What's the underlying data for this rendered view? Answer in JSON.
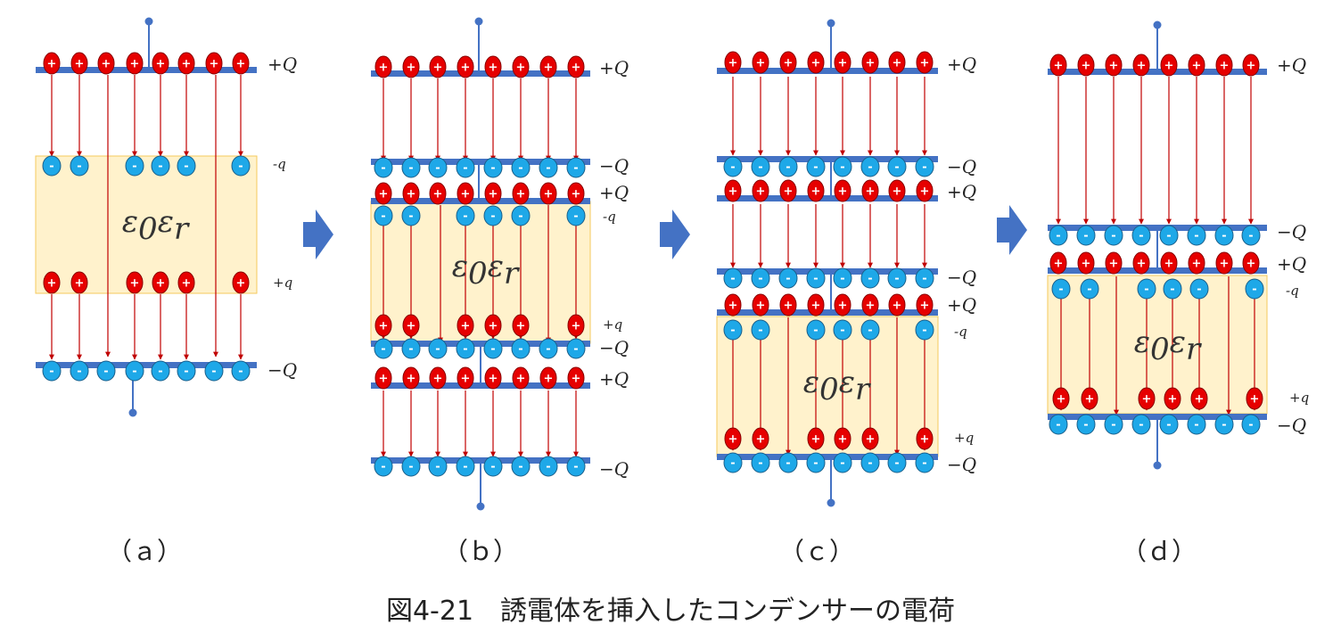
{
  "labels": {
    "plus_Q": "+Q",
    "minus_Q": "−Q",
    "minus_q": "-q",
    "plus_q": "+q",
    "epsilon": "ε",
    "sub0": "0",
    "epsilon_r": "ε",
    "sub_r": "r",
    "plus_sign": "+",
    "minus_sign": "-"
  },
  "panels": {
    "a": "（ａ）",
    "b": "（ｂ）",
    "c": "（ｃ）",
    "d": "（ｄ）"
  },
  "caption": "図4-21　誘電体を挿入したコンデンサーの電荷",
  "colors": {
    "plate": "#4472C4",
    "positive": "#E60000",
    "negative": "#1EA8E8",
    "field": "#C00000",
    "dielectric": "#FFF2CC",
    "dielectric_border": "#F4C95D",
    "arrow": "#4472C4"
  }
}
